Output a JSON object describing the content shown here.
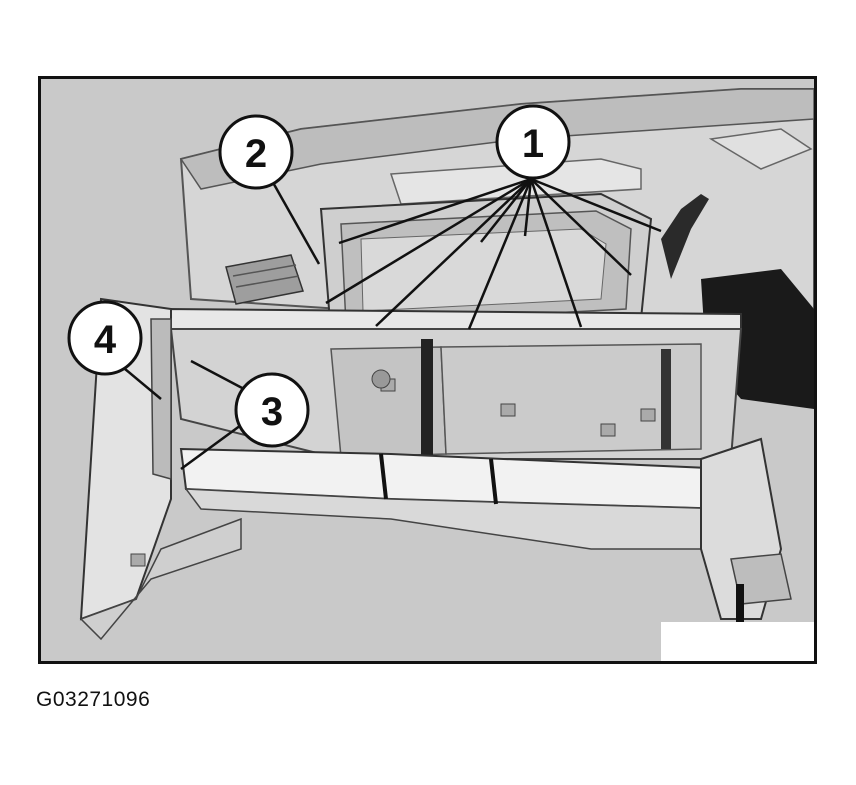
{
  "figure": {
    "callouts": [
      {
        "id": "1",
        "label": "1"
      },
      {
        "id": "2",
        "label": "2"
      },
      {
        "id": "3",
        "label": "3"
      },
      {
        "id": "4",
        "label": "4"
      }
    ]
  },
  "caption": "G03271096",
  "colors": {
    "background": "#c9c9c9",
    "frame": "#111111",
    "panel_light": "#e6e6e6",
    "panel_mid": "#b5b5b5",
    "panel_dark": "#1a1a1a"
  }
}
